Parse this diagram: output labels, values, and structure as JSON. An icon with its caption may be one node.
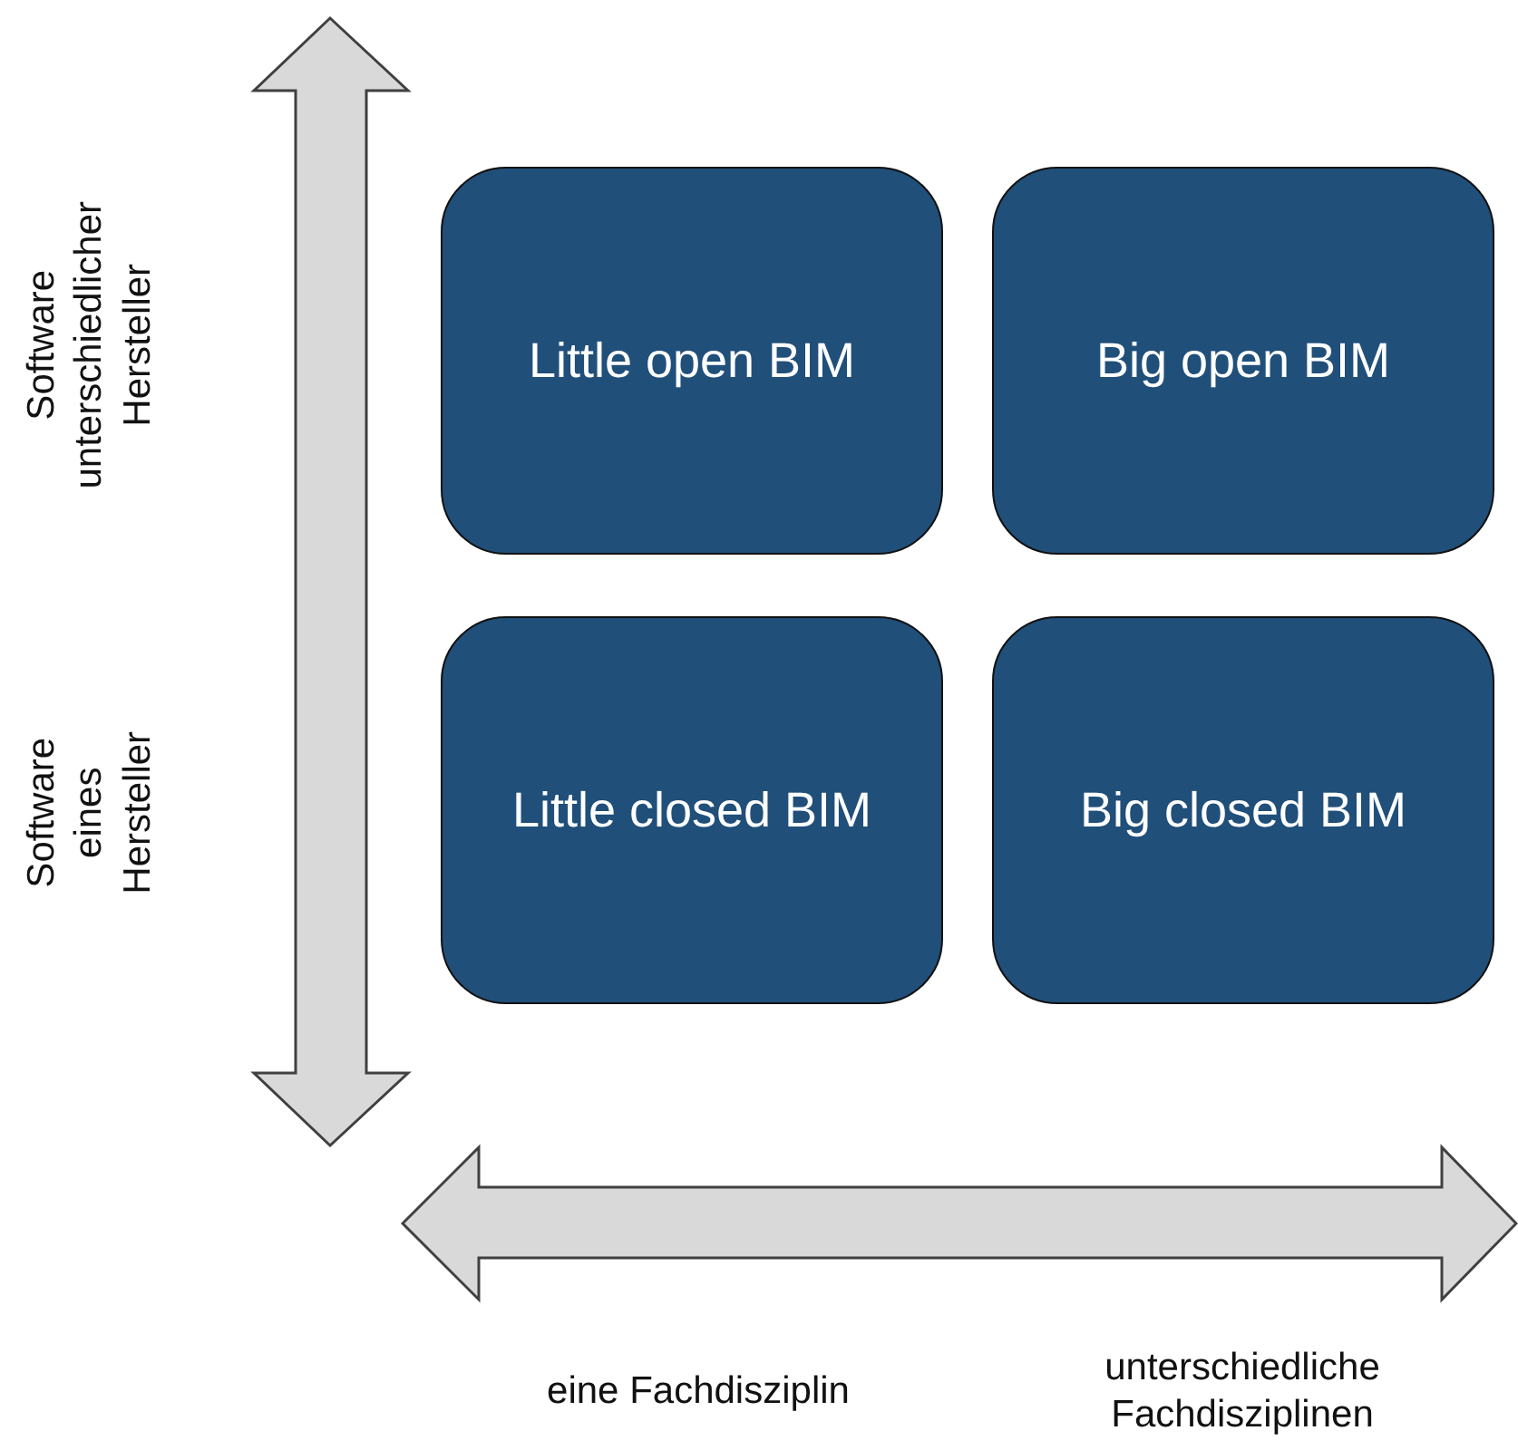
{
  "diagram": {
    "nodes": [
      {
        "text": [
          "Little open BIM"
        ]
      },
      {
        "text": [
          "Big open BIM"
        ]
      },
      {
        "text": [
          "Little closed BIM"
        ]
      },
      {
        "text": [
          "Big closed BIM"
        ]
      }
    ],
    "edges": [],
    "labels": [
      "Software unterschiedlicher Hersteller",
      "Software eines Hersteller",
      "eine Fachdisziplin",
      "unterschiedliche Fachdisziplinen"
    ]
  }
}
